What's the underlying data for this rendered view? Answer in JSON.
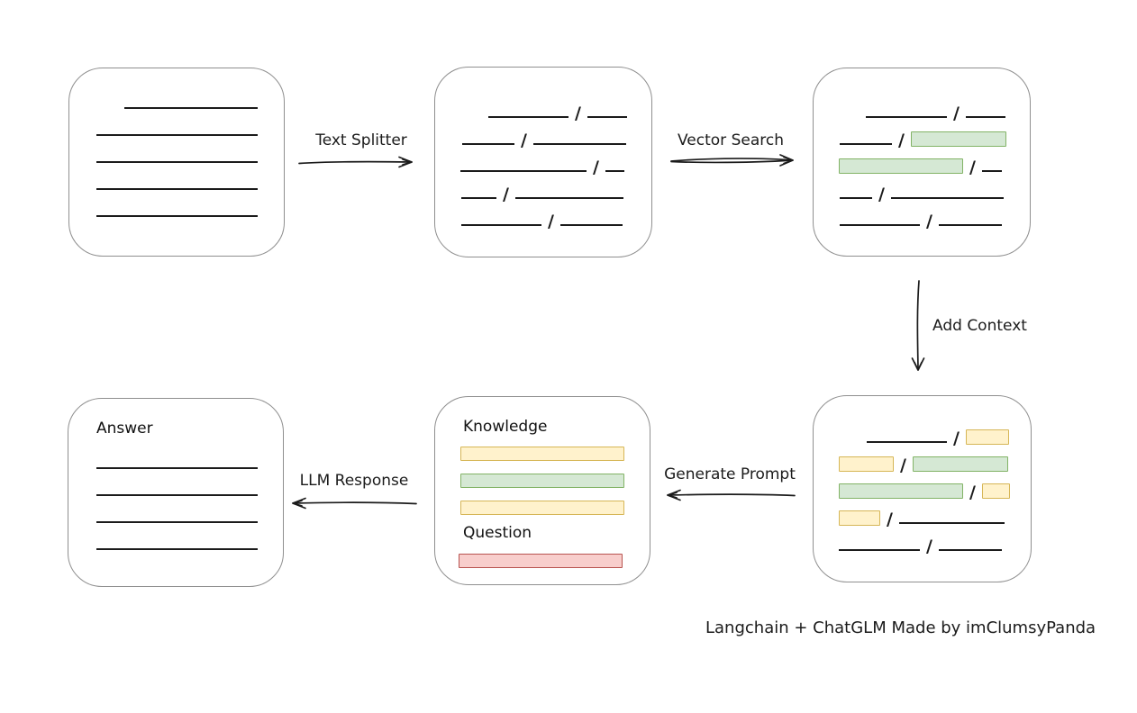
{
  "footer": {
    "credit": "Langchain + ChatGLM Made by imClumsyPanda"
  },
  "arrows": {
    "text_splitter": {
      "label": "Text Splitter",
      "direction": "right"
    },
    "vector_search": {
      "label": "Vector Search",
      "direction": "right"
    },
    "add_context": {
      "label": "Add Context",
      "direction": "down"
    },
    "generate_prompt": {
      "label": "Generate Prompt",
      "direction": "left"
    },
    "llm_response": {
      "label": "LLM Response",
      "direction": "left"
    }
  },
  "colors": {
    "ink": "#1b1b1b",
    "box_border": "#8f8f8f",
    "green_fill": "#d5e8d4",
    "green_stroke": "#82b366",
    "yellow_fill": "#fff2cc",
    "yellow_stroke": "#d6b656",
    "red_fill": "#f8cecc",
    "red_stroke": "#b85450"
  },
  "boxes": {
    "document": {
      "lines": [
        {
          "indent": 61,
          "w": 148
        },
        {
          "indent": 30,
          "w": 179
        },
        {
          "indent": 30,
          "w": 179
        },
        {
          "indent": 30,
          "w": 179
        },
        {
          "indent": 30,
          "w": 179
        }
      ]
    },
    "chunks": {
      "rows": [
        {
          "indent": 59,
          "segments": [
            {
              "type": "line",
              "w": 89
            },
            {
              "type": "line",
              "w": 44
            }
          ]
        },
        {
          "indent": 30,
          "segments": [
            {
              "type": "line",
              "w": 58
            },
            {
              "type": "line",
              "w": 103
            }
          ]
        },
        {
          "indent": 28,
          "segments": [
            {
              "type": "line",
              "w": 140
            },
            {
              "type": "line",
              "w": 21
            }
          ]
        },
        {
          "indent": 29,
          "segments": [
            {
              "type": "line",
              "w": 39
            },
            {
              "type": "line",
              "w": 120
            }
          ]
        },
        {
          "indent": 29,
          "segments": [
            {
              "type": "line",
              "w": 89
            },
            {
              "type": "line",
              "w": 69
            }
          ]
        }
      ]
    },
    "vector_matches": {
      "rows": [
        {
          "indent": 58,
          "segments": [
            {
              "type": "line",
              "w": 90
            },
            {
              "type": "line",
              "w": 44
            }
          ]
        },
        {
          "indent": 29,
          "segments": [
            {
              "type": "line",
              "w": 58
            },
            {
              "type": "green",
              "w": 106
            }
          ]
        },
        {
          "indent": 28,
          "segments": [
            {
              "type": "green",
              "w": 138
            },
            {
              "type": "line",
              "w": 22
            }
          ]
        },
        {
          "indent": 29,
          "segments": [
            {
              "type": "line",
              "w": 36
            },
            {
              "type": "line",
              "w": 125
            }
          ]
        },
        {
          "indent": 29,
          "segments": [
            {
              "type": "line",
              "w": 89
            },
            {
              "type": "line",
              "w": 70
            }
          ]
        }
      ]
    },
    "context_chunks": {
      "rows": [
        {
          "indent": 59,
          "segments": [
            {
              "type": "line",
              "w": 89
            },
            {
              "type": "yellow",
              "w": 48
            }
          ]
        },
        {
          "indent": 28,
          "segments": [
            {
              "type": "yellow",
              "w": 61
            },
            {
              "type": "green",
              "w": 106
            }
          ]
        },
        {
          "indent": 28,
          "segments": [
            {
              "type": "green",
              "w": 138
            },
            {
              "type": "yellow",
              "w": 31
            }
          ]
        },
        {
          "indent": 28,
          "segments": [
            {
              "type": "yellow",
              "w": 46
            },
            {
              "type": "line",
              "w": 117
            }
          ]
        },
        {
          "indent": 28,
          "segments": [
            {
              "type": "line",
              "w": 90
            },
            {
              "type": "line",
              "w": 70
            }
          ]
        }
      ]
    },
    "prompt": {
      "knowledge_label": "Knowledge",
      "question_label": "Question",
      "knowledge_bars": [
        {
          "type": "yellow",
          "w": 182
        },
        {
          "type": "green",
          "w": 182
        },
        {
          "type": "yellow",
          "w": 182
        }
      ],
      "question_bars": [
        {
          "type": "red",
          "w": 182
        }
      ]
    },
    "answer": {
      "label": "Answer",
      "lines": [
        {
          "indent": 0,
          "w": 179
        },
        {
          "indent": 0,
          "w": 179
        },
        {
          "indent": 0,
          "w": 179
        },
        {
          "indent": 0,
          "w": 179
        }
      ]
    }
  }
}
